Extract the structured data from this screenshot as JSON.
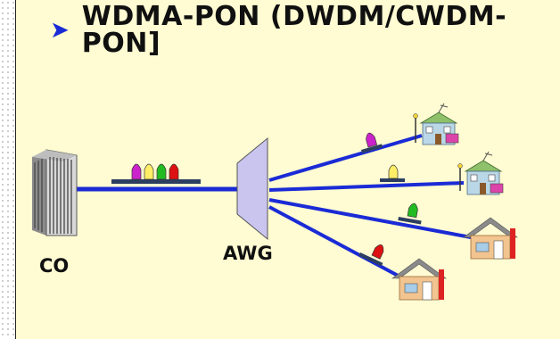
{
  "title": "WDMA-PON (DWDM/CWDM-PON]",
  "labels": {
    "central_office": "CO",
    "awg": "AWG"
  },
  "colors": {
    "panel_background": "#fffbd2",
    "fiber": "#1a2bd6",
    "title_arrow": "#1a2bd6",
    "wavelength_magenta": "#cc22cc",
    "wavelength_yellow": "#ffee66",
    "wavelength_green": "#22bb22",
    "wavelength_red": "#dd1111",
    "awg_fill": "#c9c5ef"
  },
  "icons": {
    "title_bullet": "arrow-right-icon",
    "co": "office-building-icon",
    "awg": "awg-demultiplexer-icon",
    "homes": [
      "house-with-antenna-icon",
      "house-with-antenna-icon",
      "house-icon",
      "house-icon"
    ]
  }
}
